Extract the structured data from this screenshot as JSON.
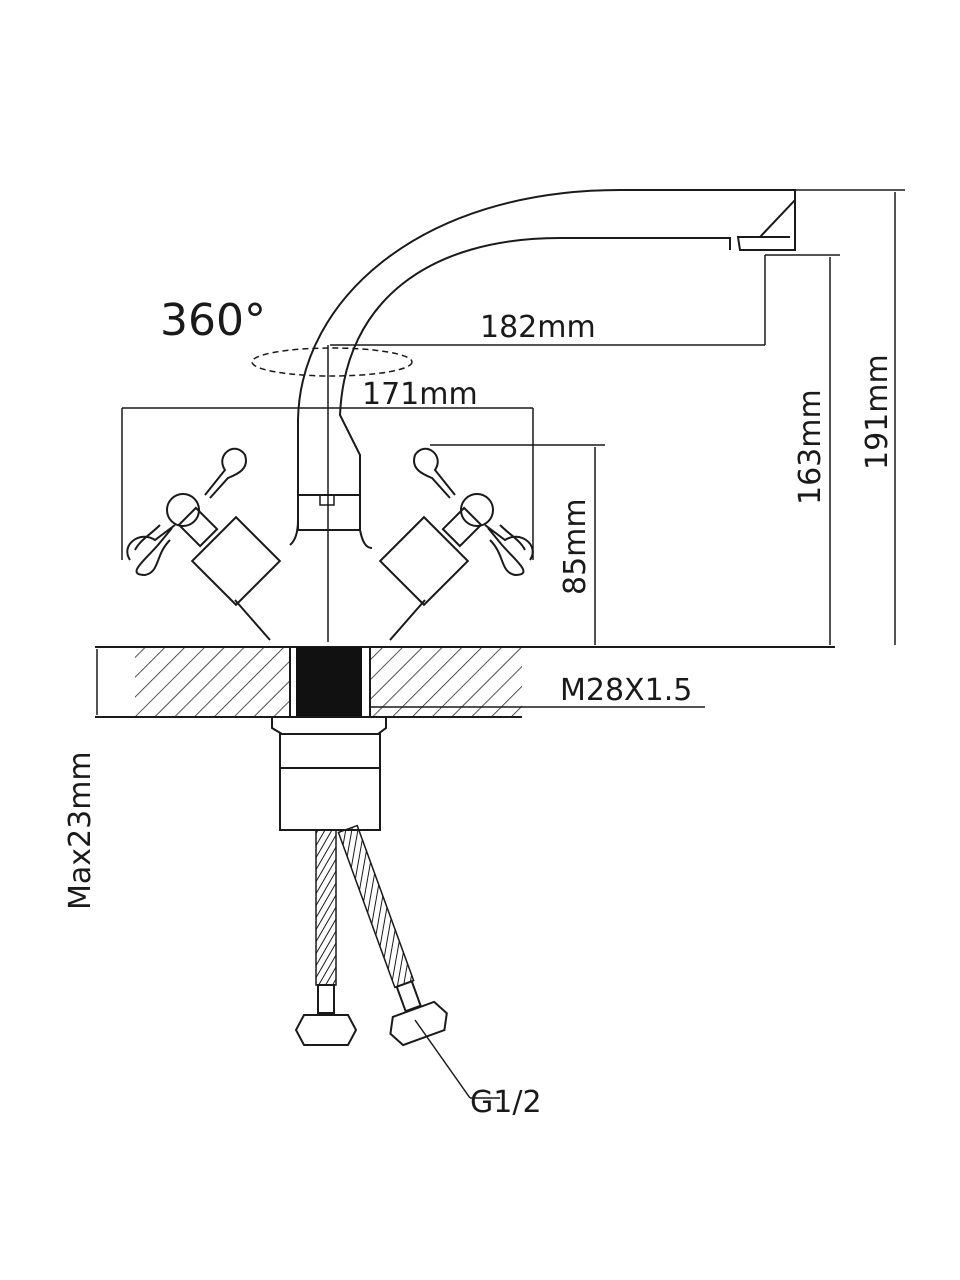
{
  "drawing": {
    "rotation_label": "360°",
    "spout_reach": "182mm",
    "handle_span": "171mm",
    "handle_height": "85mm",
    "spout_outlet_height": "163mm",
    "total_height": "191mm",
    "thread_spec": "M28X1.5",
    "max_countertop": "Max23mm",
    "hose_connector": "G1/2"
  },
  "colors": {
    "line": "#1a1a1a",
    "background": "#ffffff"
  }
}
